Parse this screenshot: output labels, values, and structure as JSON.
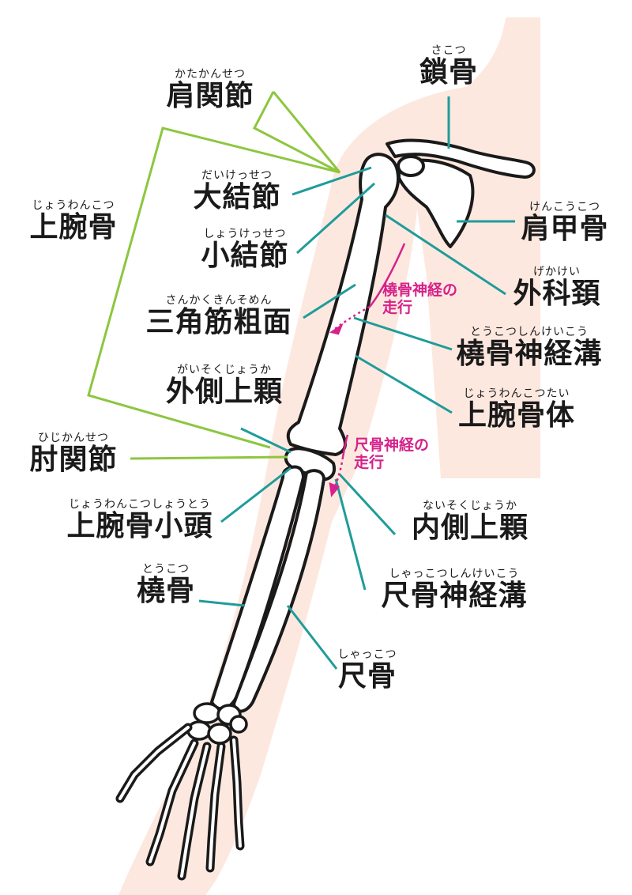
{
  "colors": {
    "skin": "#fde8df",
    "bone_fill": "#ffffff",
    "bone_stroke": "#1a1a1a",
    "leader_teal": "#1f9c9a",
    "bracket_green": "#8dc63f",
    "nerve_magenta": "#d6228a",
    "text": "#1a1a1a"
  },
  "labels": {
    "clavicle": {
      "ruby": "さこつ",
      "name": "鎖骨"
    },
    "shoulder_joint": {
      "ruby": "かたかんせつ",
      "name": "肩関節"
    },
    "greater_tubercle": {
      "ruby": "だいけっせつ",
      "name": "大結節"
    },
    "humerus": {
      "ruby": "じょうわんこつ",
      "name": "上腕骨"
    },
    "lesser_tubercle": {
      "ruby": "しょうけっせつ",
      "name": "小結節"
    },
    "scapula": {
      "ruby": "けんこうこつ",
      "name": "肩甲骨"
    },
    "surgical_neck": {
      "ruby": "げかけい",
      "name": "外科頚"
    },
    "deltoid_tuberosity": {
      "ruby": "さんかくきんそめん",
      "name": "三角筋粗面"
    },
    "radial_groove": {
      "ruby": "とうこつしんけいこう",
      "name": "橈骨神経溝"
    },
    "lateral_epicondyle": {
      "ruby": "がいそくじょうか",
      "name": "外側上顆"
    },
    "humerus_body": {
      "ruby": "じょうわんこつたい",
      "name": "上腕骨体"
    },
    "elbow_joint": {
      "ruby": "ひじかんせつ",
      "name": "肘関節"
    },
    "capitulum": {
      "ruby": "じょうわんこつしょうとう",
      "name": "上腕骨小頭"
    },
    "medial_epicondyle": {
      "ruby": "ないそくじょうか",
      "name": "内側上顆"
    },
    "radius": {
      "ruby": "とうこつ",
      "name": "橈骨"
    },
    "ulnar_groove": {
      "ruby": "しゃっこつしんけいこう",
      "name": "尺骨神経溝"
    },
    "ulna": {
      "ruby": "しゃっこつ",
      "name": "尺骨"
    }
  },
  "nerves": {
    "radial": {
      "line1": "橈骨神経の",
      "line2": "走行"
    },
    "ulnar": {
      "line1": "尺骨神経の",
      "line2": "走行"
    }
  }
}
